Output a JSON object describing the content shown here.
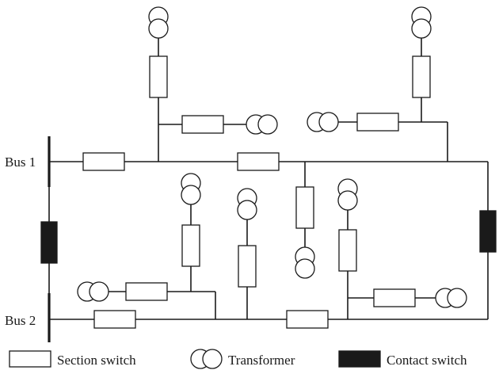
{
  "buses": [
    {
      "label": "Bus 1"
    },
    {
      "label": "Bus 2"
    }
  ],
  "legend": {
    "section_switch": "Section switch",
    "transformer": "Transformer",
    "contact_switch": "Contact switch"
  },
  "colors": {
    "line": "#1a1a1a",
    "background": "#ffffff",
    "contact_switch_fill": "#1a1a1a"
  },
  "symbols": {
    "section_switch": "open-rectangle",
    "transformer": "two-overlapping-circles",
    "contact_switch": "filled-rectangle"
  }
}
